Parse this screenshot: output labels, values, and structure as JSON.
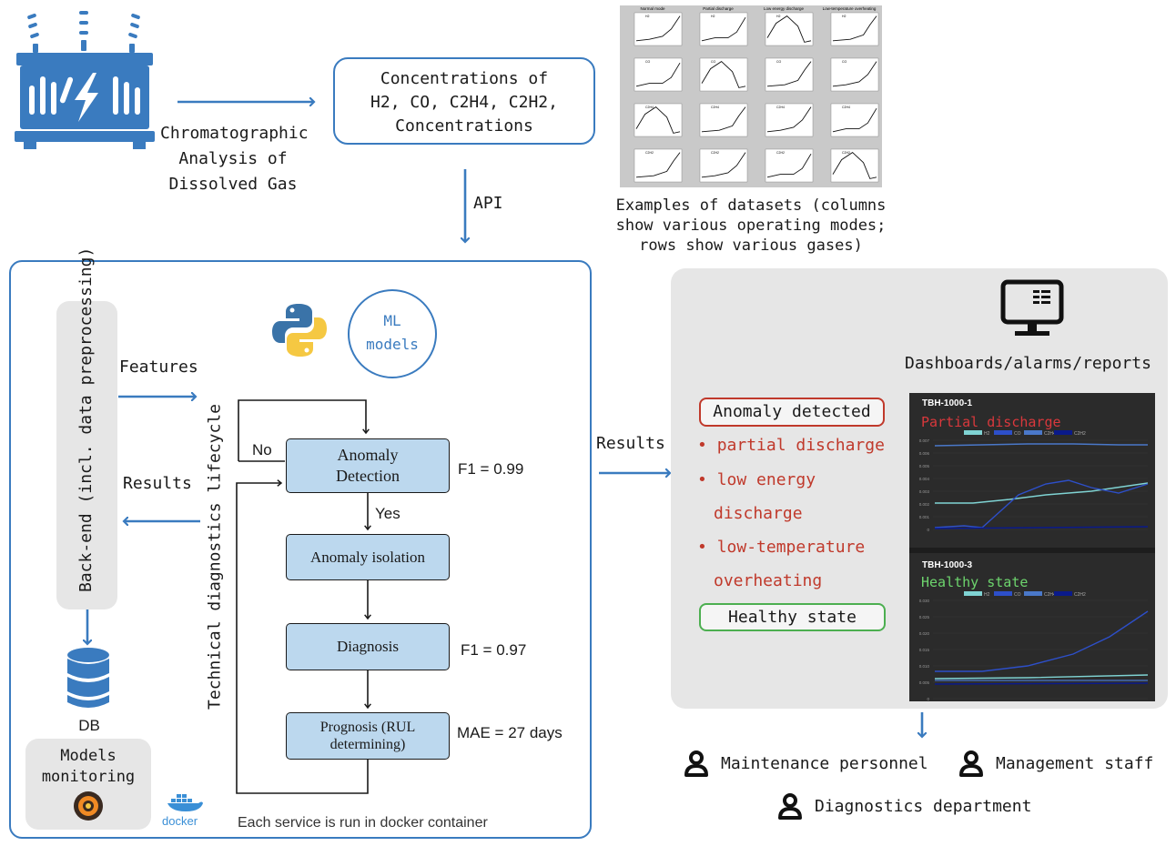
{
  "source": {
    "label_line1": "Chromatographic",
    "label_line2": "Analysis of",
    "label_line3": "Dissolved Gas"
  },
  "concentrations": {
    "line1": "Concentrations of",
    "line2": "H2, CO, C2H4, C2H2,",
    "line3": "Concentrations"
  },
  "api_label": "API",
  "datasets": {
    "caption_line1": "Examples of datasets (columns",
    "caption_line2": "show various operating modes;",
    "caption_line3": "rows show various gases)",
    "columns": [
      "Normal mode",
      "Partial discharge",
      "Low energy discharge",
      "Low-temperature overheating"
    ],
    "rows": [
      "H2",
      "CO",
      "C2H4",
      "C2H2"
    ]
  },
  "service": {
    "backend_label": "Back-end (incl. data preprocessing)",
    "features_label": "Features",
    "results_label": "Results",
    "lifecycle_label": "Technical diagnostics lifecycle",
    "ml_models_line1": "ML",
    "ml_models_line2": "models",
    "db_label": "DB",
    "monitoring_line1": "Models",
    "monitoring_line2": "monitoring",
    "docker_label": "docker",
    "footer": "Each service is run in docker container"
  },
  "flow": {
    "anomaly_detection_line1": "Anomaly",
    "anomaly_detection_line2": "Detection",
    "anomaly_isolation": "Anomaly isolation",
    "diagnosis": "Diagnosis",
    "prognosis_line1": "Prognosis (RUL",
    "prognosis_line2": "determining)",
    "no_label": "No",
    "yes_label": "Yes",
    "f1_detection": "F1 = 0.99",
    "f1_diagnosis": "F1 = 0.97",
    "mae_prognosis": "MAE = 27 days"
  },
  "results_arrow_label": "Results",
  "dashboard": {
    "title": "Dashboards/alarms/reports",
    "anomaly_badge": "Anomaly detected",
    "items": [
      "partial discharge",
      "low energy",
      "discharge",
      "low-temperature",
      "overheating"
    ],
    "healthy_badge": "Healthy state",
    "panel1": {
      "name": "TBH-1000-1",
      "state": "Partial discharge",
      "legend": [
        "H2",
        "CO",
        "C2H4",
        "C2H2"
      ],
      "y_ticks": [
        "0.007",
        "0.006",
        "0.005",
        "0.004",
        "0.003",
        "0.002",
        "0.001",
        "0"
      ]
    },
    "panel2": {
      "name": "TBH-1000-3",
      "state": "Healthy state",
      "legend": [
        "H2",
        "CO",
        "C2H4",
        "C2H2"
      ],
      "y_ticks": [
        "0.030",
        "0.025",
        "0.020",
        "0.015",
        "0.010",
        "0.005",
        "0"
      ]
    }
  },
  "users": {
    "maintenance": "Maintenance personnel",
    "management": "Management staff",
    "diagnostics": "Diagnostics department"
  },
  "colors": {
    "accent_blue": "#3a7bbf",
    "box_fill": "#bcd8ee",
    "alarm_red": "#c0392b",
    "healthy_green": "#4caf50",
    "panel_grey": "#e6e6e6",
    "dark_panel": "#2b2b2b"
  }
}
